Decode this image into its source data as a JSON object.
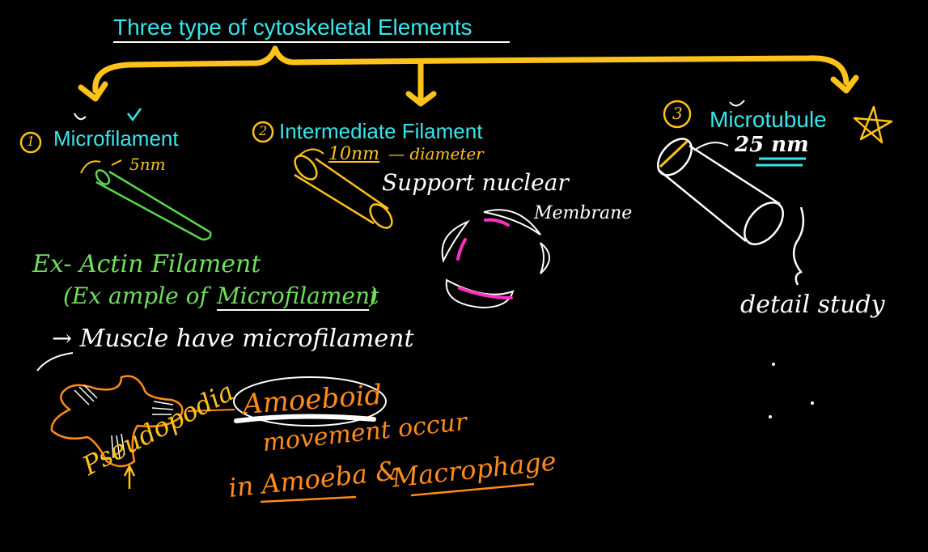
{
  "title": "Three type of cytoskeletal Elements",
  "branches": [
    {
      "number": "1",
      "name": "Microfilament",
      "size": "5nm"
    },
    {
      "number": "2",
      "name": "Intermediate Filament",
      "size": "10nm",
      "size_suffix": "— diameter"
    },
    {
      "number": "3",
      "name": "Microtubule",
      "size": "25 nm"
    }
  ],
  "intermediate_notes": {
    "line1": "Support nuclear",
    "line2": "Membrane"
  },
  "microtubule_notes": {
    "detail": "detail study"
  },
  "microfilament_notes": {
    "example": "Ex- Actin Filament",
    "example_paren_prefix": "(Ex ample of",
    "example_paren_term": "Microfilament",
    "example_paren_suffix": ")",
    "muscle": "→ Muscle have microfilament"
  },
  "amoeboid_notes": {
    "term": "Amoeboid",
    "line1": "movement occur",
    "line2_prefix": "in Amoeba &",
    "line2_term": "Macrophage",
    "pseudopodia": "Pseudopodia"
  },
  "colors": {
    "background": "#000000",
    "title": "#38e6ea",
    "bracket": "#ffc21a",
    "microfilament_tube": "#5ad84a",
    "intermediate_tube": "#ffc21a",
    "amoeba": "#ff8c1a",
    "nuclear_marks": "#ff2fbf"
  }
}
